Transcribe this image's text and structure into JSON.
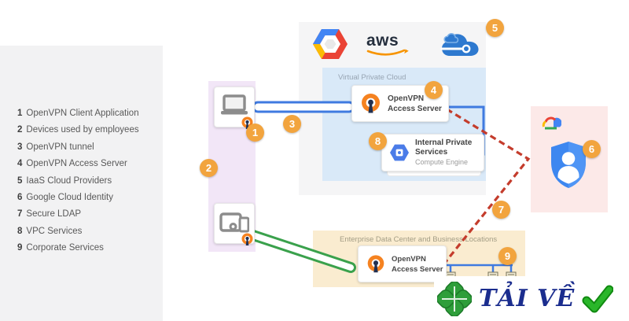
{
  "legend": {
    "items": [
      {
        "num": "1",
        "label": "OpenVPN Client Application"
      },
      {
        "num": "2",
        "label": "Devices used by employees"
      },
      {
        "num": "3",
        "label": "OpenVPN tunnel"
      },
      {
        "num": "4",
        "label": "OpenVPN Access Server"
      },
      {
        "num": "5",
        "label": "IaaS Cloud Providers"
      },
      {
        "num": "6",
        "label": "Google Cloud Identity"
      },
      {
        "num": "7",
        "label": "Secure LDAP"
      },
      {
        "num": "8",
        "label": "VPC Services"
      },
      {
        "num": "9",
        "label": "Corporate Services"
      }
    ]
  },
  "providers": {
    "aws_text": "aws",
    "badge": "5"
  },
  "vpc": {
    "title": "Virtual Private Cloud",
    "access_server": {
      "line1": "OpenVPN",
      "line2": "Access Server",
      "badge": "4"
    },
    "internal_services": {
      "line1": "Internal Private",
      "line2": "Services",
      "subtitle": "Compute Engine",
      "badge": "8"
    }
  },
  "clients": {
    "laptop_badge": "1",
    "group_badge": "2",
    "tunnel_badge": "3"
  },
  "identity": {
    "badge": "6"
  },
  "secure_ldap": {
    "badge": "7"
  },
  "enterprise": {
    "title": "Enterprise  Data Center and Business Locations",
    "access_server": {
      "line1": "OpenVPN",
      "line2": "Access Server"
    },
    "badge": "9"
  },
  "watermark": {
    "text": "TẢI VỀ"
  },
  "colors": {
    "badge_orange": "#F2A43E",
    "openvpn_orange": "#F58220",
    "tunnel_blue": "#3F7AE0",
    "tunnel_green": "#3AA14C",
    "dashed_red": "#C43C2C",
    "vpc_bg": "#D9E9F8",
    "enterprise_bg": "#FAECD0",
    "identity_bg": "#FCE9E8",
    "devices_bg": "#F2E6F7",
    "panel_bg": "#F2F2F3"
  }
}
